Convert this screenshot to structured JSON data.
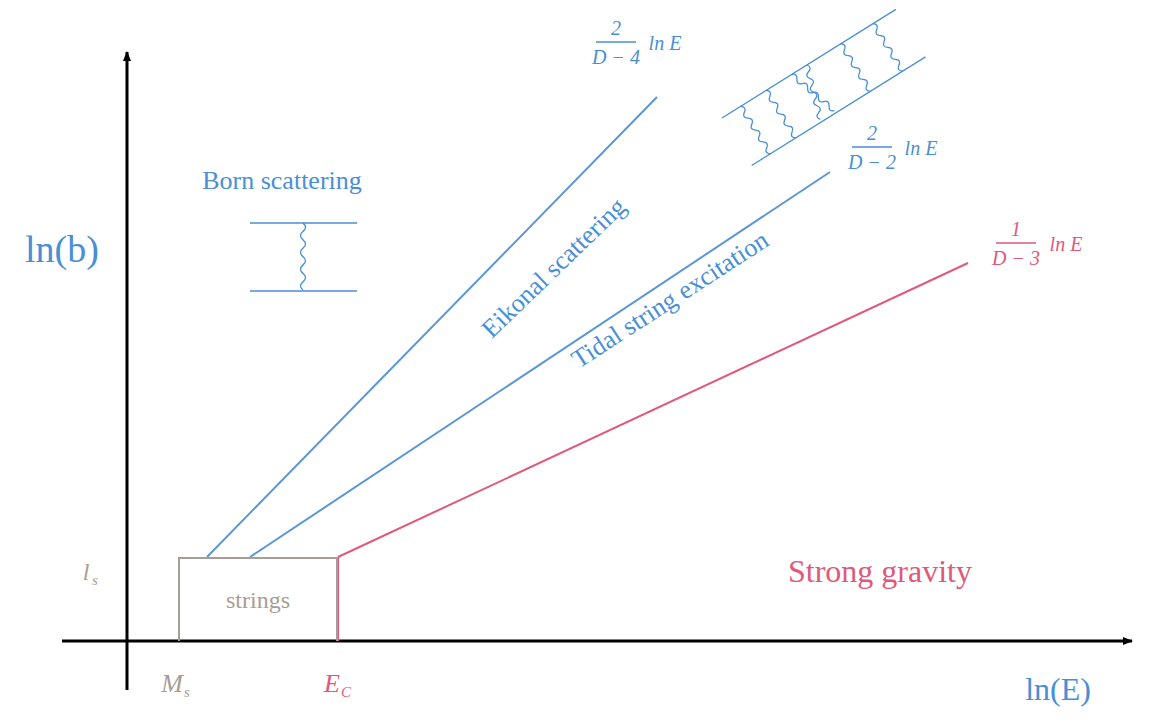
{
  "diagram": {
    "nodes": [
      {
        "text": [
          "strings"
        ]
      }
    ],
    "labels": [
      "ln(b)",
      "l",
      "s",
      "M",
      "s",
      "E",
      "C",
      "ln(E)",
      "Born scattering",
      "Eikonal scattering",
      "Tidal string excitation",
      "Strong gravity",
      "2",
      "D − 4",
      "ln E",
      "2",
      "D − 2",
      "ln E",
      "1",
      "D − 3",
      "ln E"
    ]
  }
}
